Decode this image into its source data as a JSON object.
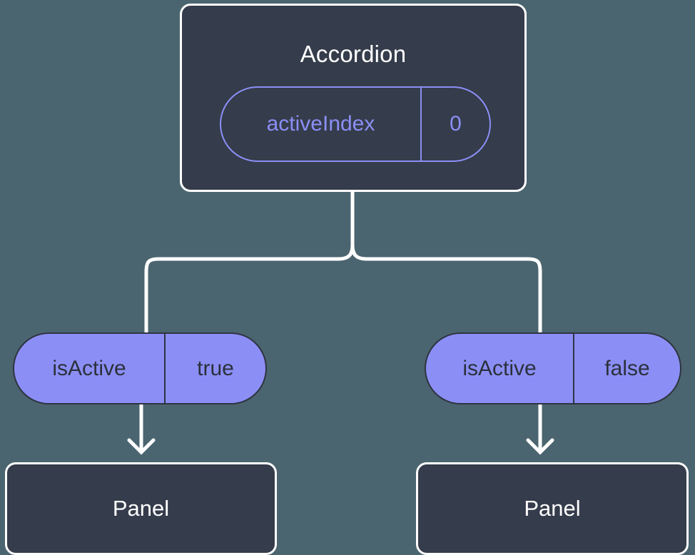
{
  "diagram": {
    "title_text": "Accordion",
    "background_color": "#4b6570",
    "node_fill_color": "#353c4b",
    "node_border_color": "#ffffff",
    "accent_color": "#8b8ff5",
    "wire_color": "#ffffff"
  },
  "root": {
    "label": "Accordion",
    "state_pill": {
      "key": "activeIndex",
      "value": "0",
      "style": "outlined"
    }
  },
  "branches": [
    {
      "prop_pill": {
        "key": "isActive",
        "value": "true",
        "style": "filled"
      },
      "child": {
        "label": "Panel"
      }
    },
    {
      "prop_pill": {
        "key": "isActive",
        "value": "false",
        "style": "filled"
      },
      "child": {
        "label": "Panel"
      }
    }
  ],
  "connectors": {
    "fork_label": "split-connector",
    "arrow_label": "down-arrow"
  }
}
